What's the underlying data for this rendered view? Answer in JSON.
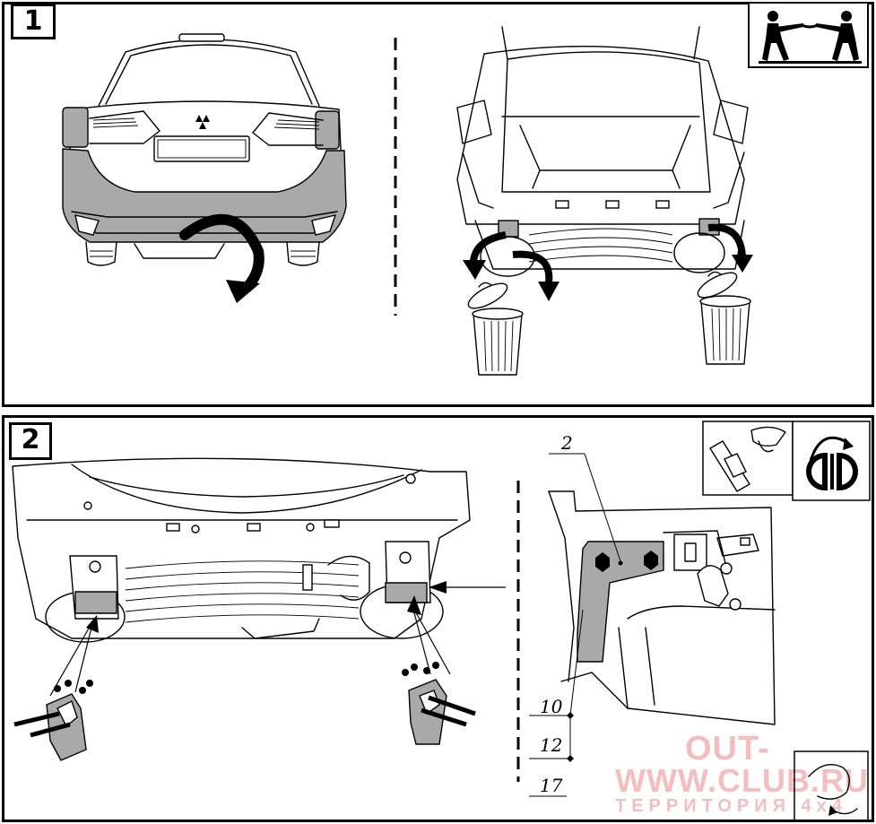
{
  "steps": [
    {
      "number": "1"
    },
    {
      "number": "2"
    }
  ],
  "part_labels": {
    "bracket_part": "2",
    "bolt_part_a": "10",
    "bolt_part_b": "12",
    "bolt_part_c": "17"
  },
  "watermark": {
    "line1": "OUT-",
    "line2": "WWW.CLUB.RU",
    "line3": "ТЕРРИТОРИЯ 4x4"
  },
  "icons": {
    "two_persons": "two-persons-lifting-icon",
    "trash": "trash-bin-icon",
    "rotate_arrow": "rotate-arrow-icon",
    "torque_wrench": "torque-wrench-icon",
    "sealant": "sealant-tube-icon",
    "hand_rotate": "hand-rotate-icon"
  },
  "colors": {
    "panel_border": "#000000",
    "removed_part_fill": "#a9a9a9",
    "watermark": "#e66e6e"
  }
}
